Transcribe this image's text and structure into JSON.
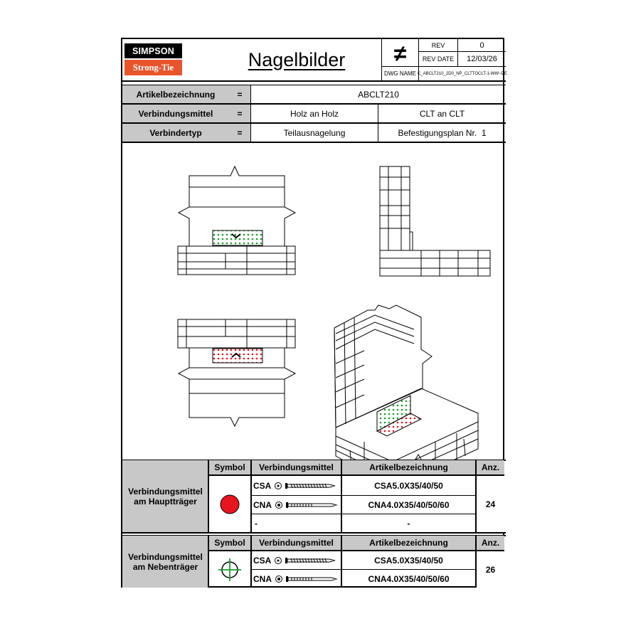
{
  "header": {
    "brand_top": "SIMPSON",
    "brand_bottom": "Strong-Tie",
    "title": "Nagelbilder",
    "not_equal_symbol": "≠",
    "rev_label": "REV",
    "rev_value": "0",
    "rev_date_label": "REV DATE",
    "rev_date_value": "12/03/26",
    "dwg_name_label": "DWG NAME",
    "dwg_name_value": "C_ABCLT210_2D0_NP_CLTTOCLT-1-WW~DE"
  },
  "info": {
    "rows": [
      {
        "label": "Artikelbezeichnung",
        "eq": "=",
        "value": "ABCLT210"
      },
      {
        "label": "Verbindungsmittel",
        "eq": "=",
        "value_left": "Holz an Holz",
        "value_right": "CLT an CLT"
      },
      {
        "label": "Verbindertyp",
        "eq": "=",
        "value_left": "Teilausnagelung",
        "value_right": "Befestigungsplan Nr.",
        "plan_no": "1"
      }
    ]
  },
  "colors": {
    "grey": "#c8c8c8",
    "red": "#e8141e",
    "green": "#1a9c2e",
    "brand_orange": "#e9552b"
  },
  "table_main": {
    "group_label_1": "Verbindungsmittel",
    "group_label_2": "am Hauptträger",
    "headers": {
      "symbol": "Symbol",
      "fastener": "Verbindungsmittel",
      "article": "Artikelbezeichnung",
      "qty": "Anz."
    },
    "symbol_icon": "red-filled-circle-icon",
    "rows": [
      {
        "type": "CSA",
        "fastener_icon": "screw-icon",
        "article": "CSA5.0X35/40/50"
      },
      {
        "type": "CNA",
        "fastener_icon": "nail-icon",
        "article": "CNA4.0X35/40/50/60"
      },
      {
        "type": "-",
        "article": "-"
      }
    ],
    "qty": "24"
  },
  "table_secondary": {
    "group_label_1": "Verbindungsmittel",
    "group_label_2": "am Nebenträger",
    "headers": {
      "symbol": "Symbol",
      "fastener": "Verbindungsmittel",
      "article": "Artikelbezeichnung",
      "qty": "Anz."
    },
    "symbol_icon": "green-crosshair-icon",
    "rows": [
      {
        "type": "CSA",
        "fastener_icon": "screw-icon",
        "article": "CSA5.0X35/40/50"
      },
      {
        "type": "CNA",
        "fastener_icon": "nail-icon",
        "article": "CNA4.0X35/40/50/60"
      }
    ],
    "qty": "26"
  }
}
